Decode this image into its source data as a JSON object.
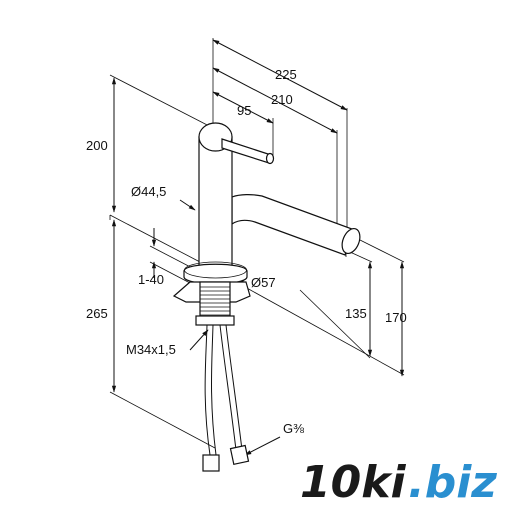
{
  "dimensions": {
    "d225": "225",
    "d210": "210",
    "d95": "95",
    "d200": "200",
    "dia44": "Ø44,5",
    "range140": "1-40",
    "dia57": "Ø57",
    "d265": "265",
    "d135": "135",
    "d170": "170",
    "thread": "M34x1,5",
    "g38": "G⅜"
  },
  "watermark": {
    "part1": "10ki",
    "part2": ".biz",
    "color1": "#1a1a1a",
    "color2": "#2a8fd0"
  }
}
